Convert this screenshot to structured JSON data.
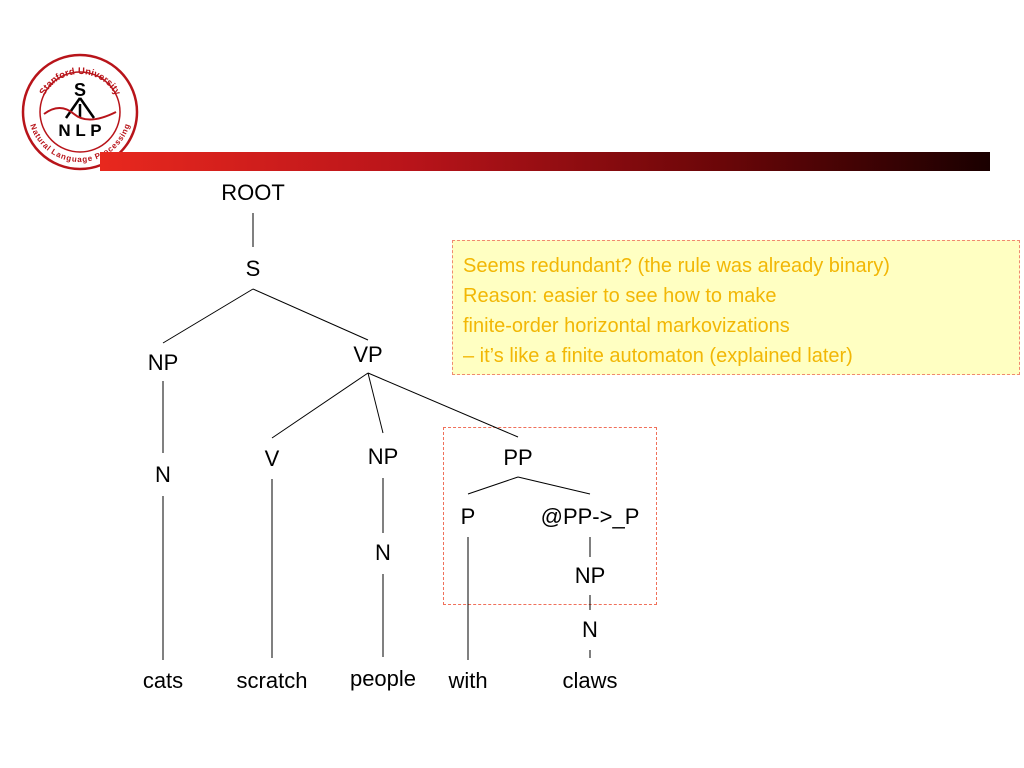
{
  "logo": {
    "ring_top": "Stanford University",
    "ring_bottom": "Natural Language Processing",
    "letter_s": "S",
    "letters_nlp": "N L P",
    "colors": {
      "ring": "#b8141a",
      "mark": "#000000"
    }
  },
  "colors": {
    "header_gradient_start": "#e8281e",
    "header_gradient_end": "#1a0000",
    "note_background": "#ffffc2",
    "note_text": "#f2b705",
    "dashed_border": "#f0705a"
  },
  "tree": {
    "root": "ROOT",
    "s": "S",
    "np1": "NP",
    "vp": "VP",
    "n1": "N",
    "v": "V",
    "np2": "NP",
    "pp": "PP",
    "n2": "N",
    "p": "P",
    "pp_bar": "@PP->_P",
    "np3": "NP",
    "n3": "N",
    "words": {
      "cats": "cats",
      "scratch": "scratch",
      "people": "people",
      "with": "with",
      "claws": "claws"
    }
  },
  "note": {
    "lines": [
      "Seems redundant? (the rule was already binary)",
      "Reason: easier to see how to make",
      "finite-order horizontal markovizations",
      "– it’s like a finite automaton (explained later)"
    ]
  }
}
